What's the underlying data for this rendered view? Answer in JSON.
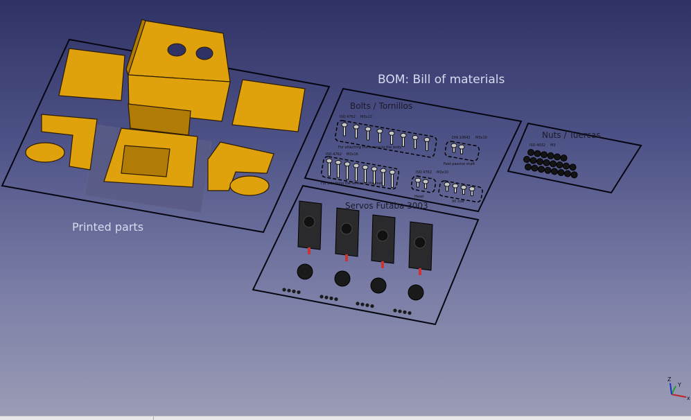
{
  "view": {
    "bom_title": "BOM: Bill of materials",
    "printed_parts_label": "Printed parts",
    "bolts": {
      "title": "Bolts / Tornillos",
      "groups": [
        {
          "spec1": "ISO 4762",
          "spec2": "M3x12",
          "caption": "For attaching the servos to the body"
        },
        {
          "spec1": "ISO 4762",
          "spec2": "M3x16",
          "caption": "For attaching the servos to the feet"
        },
        {
          "spec1": "DIN 10642",
          "spec2": "M3x10",
          "caption": "Feet passive shaft"
        },
        {
          "spec1": "ISO 4762",
          "spec2": "M3x10",
          "caption": "Head"
        },
        {
          "spec1": "",
          "spec2": "",
          "caption": "90 zuw"
        }
      ]
    },
    "nuts": {
      "title": "Nuts / Tuercas",
      "spec1": "ISO 4032",
      "spec2": "M3"
    },
    "servos": {
      "title": "Servos Futaba 3003"
    },
    "axis": {
      "x": "x",
      "y": "Y",
      "z": "Z"
    },
    "colors": {
      "printed": "#e0a20c",
      "x_axis": "#c0202a",
      "y_axis": "#20a030",
      "z_axis": "#2030c0"
    }
  }
}
